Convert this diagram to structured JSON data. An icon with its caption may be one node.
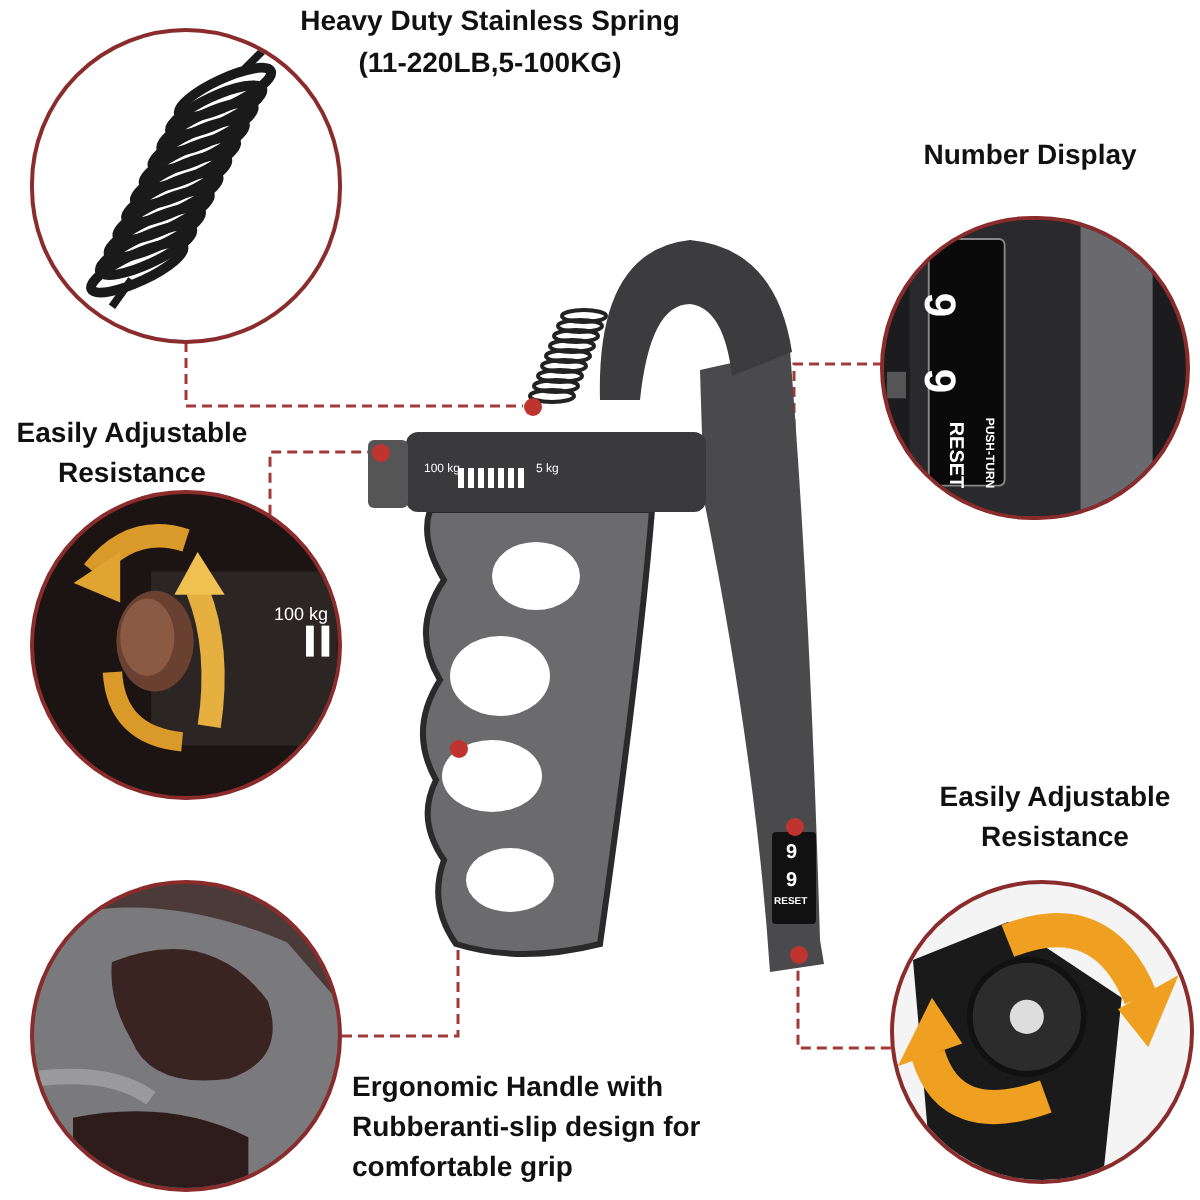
{
  "diagram": {
    "nodes": [
      {
        "text": [],
        "shape": "picture",
        "beside": [
          "Heavy Duty Stainless Spring",
          "(11-220LB,5-100KG)"
        ]
      },
      {
        "text": [],
        "shape": "picture",
        "beside": [
          "Number Display"
        ]
      },
      {
        "text": [],
        "shape": "picture",
        "beside": [
          "Easily Adjustable Resistance"
        ]
      },
      {
        "text": [],
        "shape": "picture",
        "beside": [
          "Ergonomic Handle with Rubberanti-slip design for comfortable grip"
        ]
      },
      {
        "text": [],
        "shape": "picture",
        "beside": [
          "Easily Adjustable Resistance"
        ]
      },
      {
        "text": [],
        "shape": "picture"
      },
      {
        "text": [],
        "shape": "circle",
        "in": 5
      },
      {
        "text": [],
        "shape": "circle",
        "in": 5
      },
      {
        "text": [],
        "shape": "circle",
        "in": 5
      },
      {
        "text": [],
        "shape": "circle",
        "in": 5
      },
      {
        "text": [],
        "shape": "circle",
        "in": 5
      }
    ],
    "edges": [
      {
        "from": 0,
        "to": 6,
        "arrow": "none",
        "style": "dashed",
        "color": "#a33a3a"
      },
      {
        "from": 2,
        "to": 7,
        "arrow": "none",
        "style": "dashed",
        "color": "#a33a3a"
      },
      {
        "from": 3,
        "to": 8,
        "arrow": "none",
        "style": "dashed",
        "color": "#a33a3a"
      },
      {
        "from": 1,
        "to": 9,
        "arrow": "none",
        "style": "dashed",
        "color": "#a33a3a"
      },
      {
        "from": 4,
        "to": 10,
        "arrow": "none",
        "style": "dashed",
        "color": "#a33a3a"
      }
    ],
    "labels": [
      "9",
      "9",
      "PUSH-TURN",
      "RESET",
      "100 kg",
      "5 kg",
      "100 kg",
      "9",
      "9",
      "RESET"
    ]
  }
}
